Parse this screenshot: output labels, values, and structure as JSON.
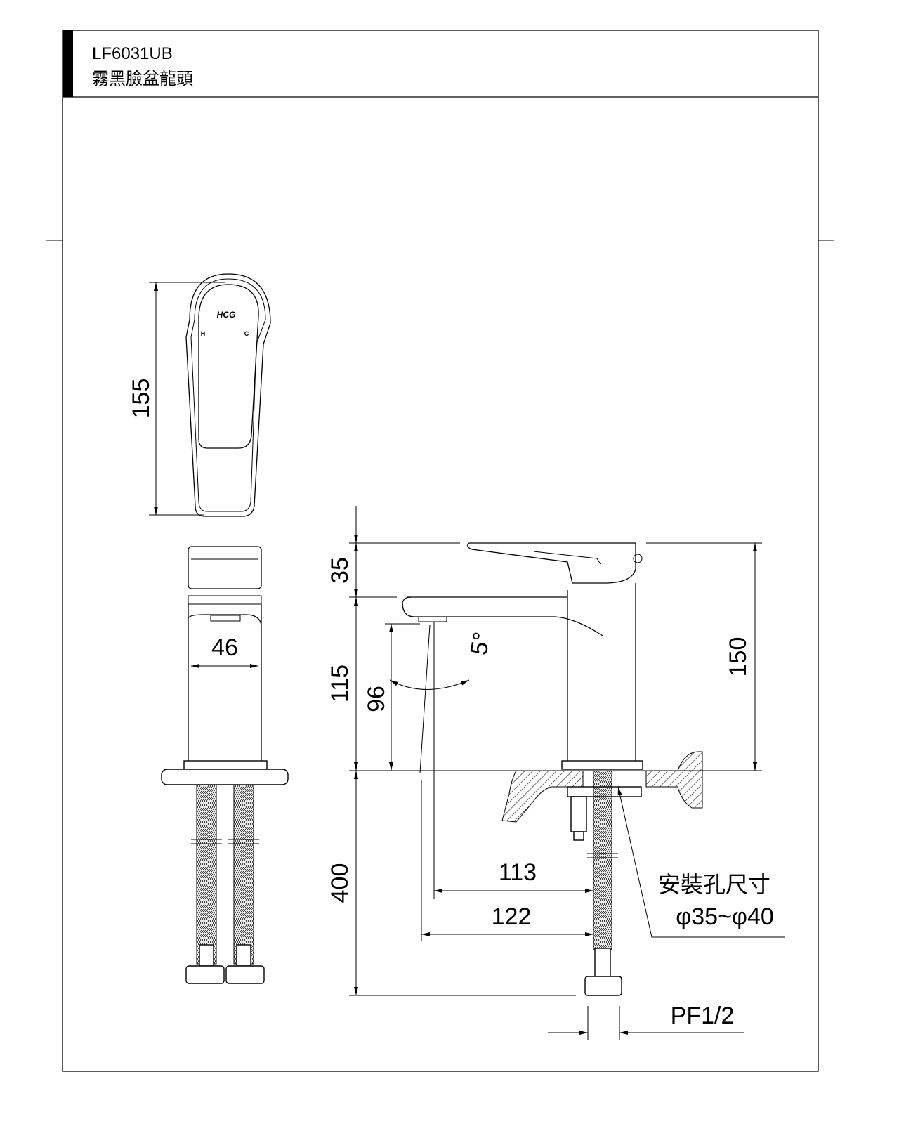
{
  "header": {
    "model": "LF6031UB",
    "name": "霧黑臉盆龍頭"
  },
  "top_view": {
    "logo": "HCG",
    "hot_label": "H",
    "cold_label": "C",
    "dim_length": "155"
  },
  "front_view": {
    "dim_width": "46"
  },
  "side_view": {
    "dim_handle": "35",
    "dim_spout_height": "115",
    "dim_outlet_height": "96",
    "dim_total_height": "150",
    "dim_hose_length": "400",
    "dim_reach_113": "113",
    "dim_reach_122": "122",
    "spray_angle": "5°",
    "install_hole_label": "安裝孔尺寸",
    "install_hole_size": "φ35~φ40",
    "thread": "PF1/2"
  }
}
